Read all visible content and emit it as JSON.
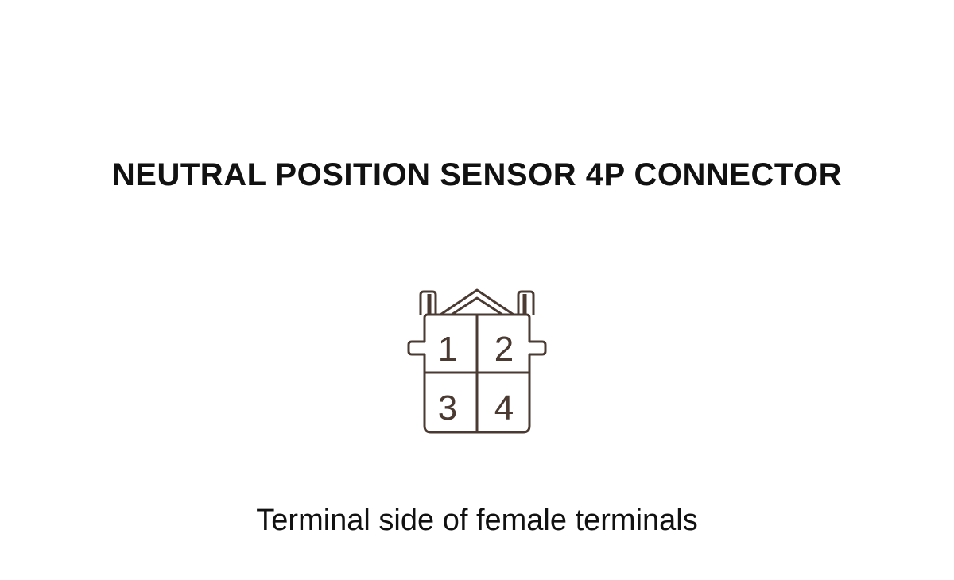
{
  "title": "NEUTRAL POSITION SENSOR 4P CONNECTOR",
  "caption": "Terminal side of female terminals",
  "connector": {
    "pins": [
      "1",
      "2",
      "3",
      "4"
    ],
    "stroke_color": "#4a3a32"
  }
}
